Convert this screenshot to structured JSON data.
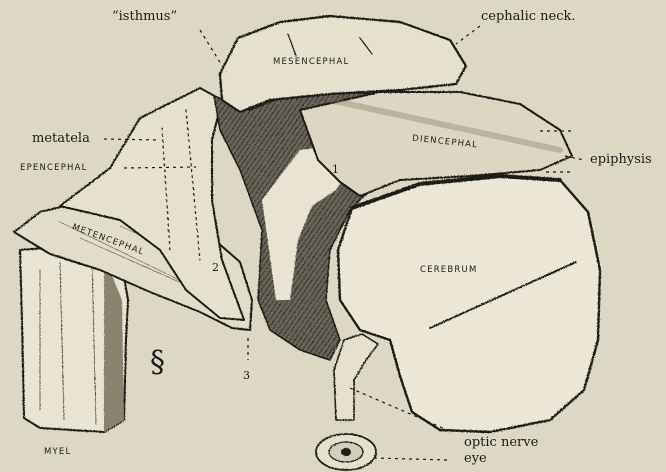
{
  "labels": {
    "isthmus": "“isthmus”",
    "cephalic_neck": "cephalic neck.",
    "mesencephal": "MESENCEPHAL",
    "metatela": "metatela",
    "diencephal": "DIENCEPHAL",
    "epiphysis": "epiphysis",
    "epencephal": "EPENCEPHAL",
    "metencephal": "METENCEPHAL",
    "cerebrum": "CEREBRUM",
    "myel": "MYEL",
    "optic_nerve": "optic nerve",
    "eye": "eye",
    "flexure_1": "1",
    "flexure_2": "2",
    "flexure_3": "3",
    "section_mark": "§"
  },
  "colors": {
    "paper": "#ddd8c6",
    "ink": "#1c1a16"
  }
}
